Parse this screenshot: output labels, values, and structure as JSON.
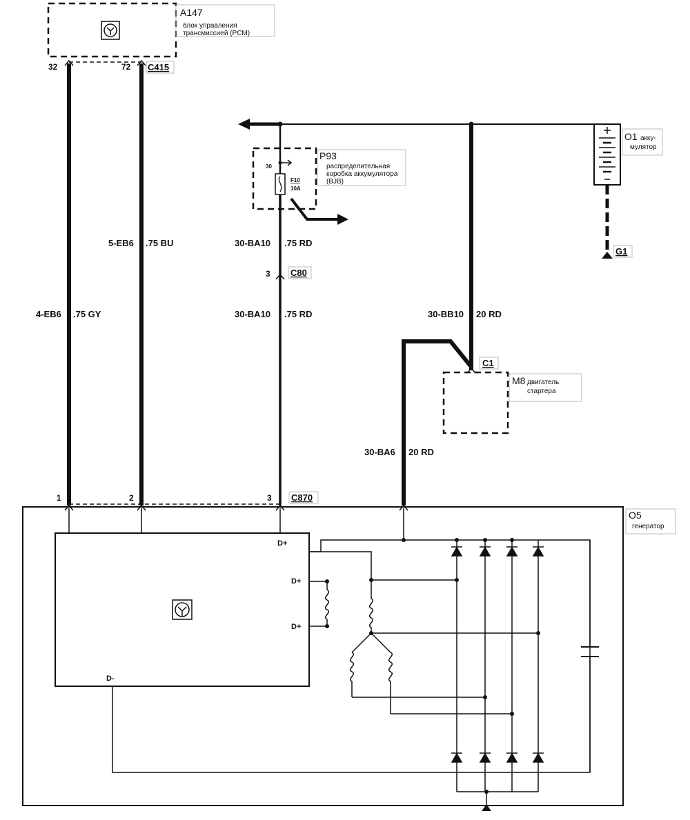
{
  "components": {
    "a147": {
      "id": "A147",
      "line1": "блок управления",
      "line2": "трансмиссией (PCM)"
    },
    "p93": {
      "id": "P93",
      "line1": "распределительная",
      "line2": "коробка аккумулятора",
      "line3": "(BJB)",
      "pin": "30",
      "fuse_id": "F10",
      "fuse_rating": "10A"
    },
    "o1": {
      "id": "O1",
      "line1": "акку-",
      "line2": "мулятор"
    },
    "g1": {
      "id": "G1"
    },
    "m8": {
      "id": "M8",
      "line1": "двигатель",
      "line2": "стартера"
    },
    "o5": {
      "id": "O5",
      "line1": "генератор"
    }
  },
  "connectors": {
    "c415": {
      "id": "C415",
      "pin_a": "32",
      "pin_b": "72"
    },
    "c80": {
      "id": "C80",
      "pin": "3"
    },
    "c1": {
      "id": "C1"
    },
    "c870": {
      "id": "C870",
      "pin_1": "1",
      "pin_2": "2",
      "pin_3": "3"
    }
  },
  "wires": [
    {
      "circuit": "4-EB6",
      "spec": ".75 GY"
    },
    {
      "circuit": "5-EB6",
      "spec": ".75 BU"
    },
    {
      "circuit": "30-BA10",
      "spec": ".75 RD"
    },
    {
      "circuit": "30-BA10",
      "spec": ".75 RD"
    },
    {
      "circuit": "30-BB10",
      "spec": "20 RD"
    },
    {
      "circuit": "30-BA6",
      "spec": "20 RD"
    }
  ],
  "regulator": {
    "t1": "D+",
    "t2": "D+",
    "t3": "D+",
    "t4": "D-"
  }
}
